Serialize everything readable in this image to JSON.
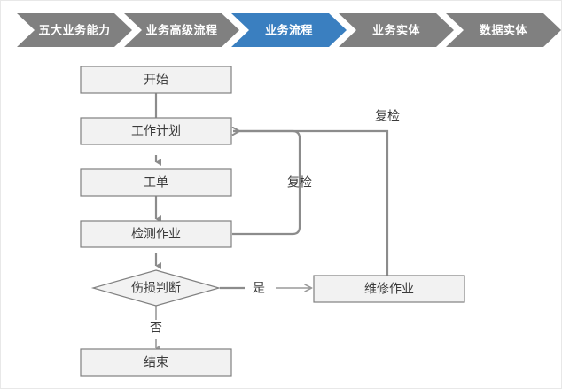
{
  "breadcrumb": {
    "active_color": "#3a7fc0",
    "inactive_color": "#808080",
    "steps": [
      {
        "label": "五大业务能力",
        "active": false
      },
      {
        "label": "业务高级流程",
        "active": false
      },
      {
        "label": "业务流程",
        "active": true
      },
      {
        "label": "业务实体",
        "active": false
      },
      {
        "label": "数据实体",
        "active": false
      }
    ]
  },
  "diagram": {
    "type": "flowchart",
    "node_fill": "#f2f2f2",
    "node_stroke": "#808080",
    "edge_color": "#8c8c8c",
    "nodes": [
      {
        "id": "start",
        "label": "开始",
        "shape": "rect"
      },
      {
        "id": "plan",
        "label": "工作计划",
        "shape": "rect"
      },
      {
        "id": "order",
        "label": "工单",
        "shape": "rect"
      },
      {
        "id": "inspect",
        "label": "检测作业",
        "shape": "rect"
      },
      {
        "id": "decide",
        "label": "伤损判断",
        "shape": "diamond"
      },
      {
        "id": "repair",
        "label": "维修作业",
        "shape": "rect"
      },
      {
        "id": "end",
        "label": "结束",
        "shape": "rect"
      }
    ],
    "edge_labels": {
      "recheck_inner": "复检",
      "recheck_outer": "复检",
      "yes": "是",
      "no": "否"
    }
  }
}
